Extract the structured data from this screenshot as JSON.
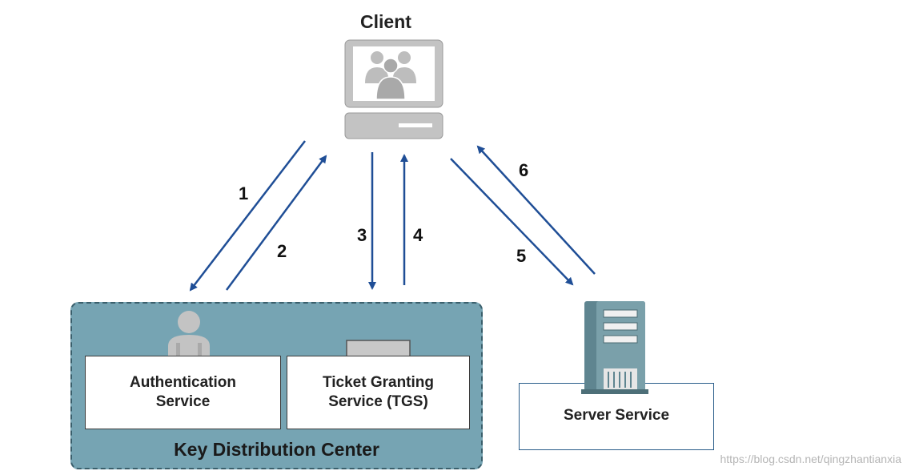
{
  "client": {
    "label": "Client"
  },
  "kdc": {
    "label": "Key Distribution Center",
    "auth_service": {
      "line1": "Authentication",
      "line2": "Service"
    },
    "tgs": {
      "line1": "Ticket Granting",
      "line2": "Service (TGS)"
    }
  },
  "server": {
    "label": "Server Service"
  },
  "steps": [
    "1",
    "2",
    "3",
    "4",
    "5",
    "6"
  ],
  "watermark": "https://blog.csdn.net/qingzhantianxia",
  "colors": {
    "arrow": "#1f4e96",
    "kdc_fill": "#76a4b3",
    "server_tower": "#6d8f99",
    "icon_gray": "#c3c3c3"
  }
}
